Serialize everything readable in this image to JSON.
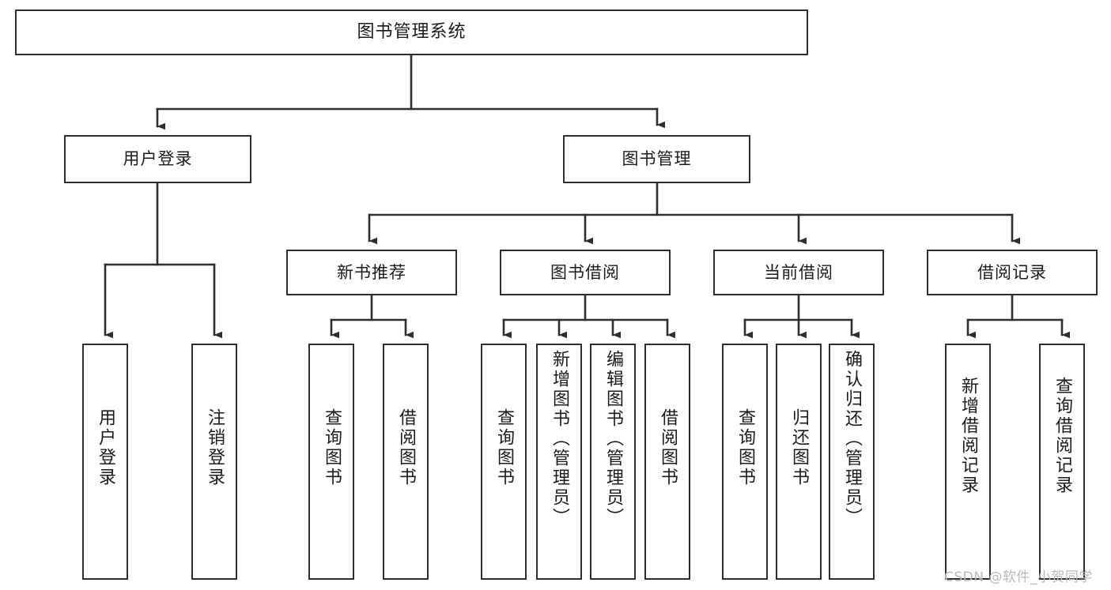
{
  "diagram": {
    "type": "tree-hierarchy",
    "title": "图书管理系统",
    "watermark": "CSDN @软件_小贺同学",
    "colors": {
      "stroke": "#2e2e2e",
      "fill": "#ffffff",
      "text": "#1b1b1b",
      "watermark": "#b9b9b9",
      "background": "#ffffff"
    },
    "nodes": {
      "root": {
        "label": "图书管理系统",
        "level": 1
      },
      "user_login": {
        "label": "用户登录",
        "level": 2
      },
      "book_manage": {
        "label": "图书管理",
        "level": 2
      },
      "new_book_rec": {
        "label": "新书推荐",
        "level": 3
      },
      "book_borrow": {
        "label": "图书借阅",
        "level": 3
      },
      "current_borrow": {
        "label": "当前借阅",
        "level": 3
      },
      "borrow_record": {
        "label": "借阅记录",
        "level": 3
      },
      "leaf_user_login": {
        "label": "用户登录",
        "level": 3
      },
      "leaf_logout": {
        "label": "注销登录",
        "level": 3
      },
      "leaf_query_book_1": {
        "label": "查询图书",
        "level": 4
      },
      "leaf_borrow_book_1": {
        "label": "借阅图书",
        "level": 4
      },
      "leaf_query_book_2": {
        "label": "查询图书",
        "level": 4
      },
      "leaf_add_book": {
        "label": "新增图书（管理员）",
        "level": 4
      },
      "leaf_edit_book": {
        "label": "编辑图书（管理员）",
        "level": 4
      },
      "leaf_borrow_book_2": {
        "label": "借阅图书",
        "level": 4
      },
      "leaf_query_book_3": {
        "label": "查询图书",
        "level": 4
      },
      "leaf_return_book": {
        "label": "归还图书",
        "level": 4
      },
      "leaf_confirm_return": {
        "label": "确认归还（管理员）",
        "level": 4
      },
      "leaf_add_record": {
        "label": "新增借阅记录",
        "level": 4
      },
      "leaf_query_record": {
        "label": "查询借阅记录",
        "level": 4
      }
    },
    "edges": [
      {
        "from": "root",
        "to": "user_login"
      },
      {
        "from": "root",
        "to": "book_manage"
      },
      {
        "from": "user_login",
        "to": "leaf_user_login"
      },
      {
        "from": "user_login",
        "to": "leaf_logout"
      },
      {
        "from": "book_manage",
        "to": "new_book_rec"
      },
      {
        "from": "book_manage",
        "to": "book_borrow"
      },
      {
        "from": "book_manage",
        "to": "current_borrow"
      },
      {
        "from": "book_manage",
        "to": "borrow_record"
      },
      {
        "from": "new_book_rec",
        "to": "leaf_query_book_1"
      },
      {
        "from": "new_book_rec",
        "to": "leaf_borrow_book_1"
      },
      {
        "from": "book_borrow",
        "to": "leaf_query_book_2"
      },
      {
        "from": "book_borrow",
        "to": "leaf_add_book"
      },
      {
        "from": "book_borrow",
        "to": "leaf_edit_book"
      },
      {
        "from": "book_borrow",
        "to": "leaf_borrow_book_2"
      },
      {
        "from": "current_borrow",
        "to": "leaf_query_book_3"
      },
      {
        "from": "current_borrow",
        "to": "leaf_return_book"
      },
      {
        "from": "current_borrow",
        "to": "leaf_confirm_return"
      },
      {
        "from": "borrow_record",
        "to": "leaf_add_record"
      },
      {
        "from": "borrow_record",
        "to": "leaf_query_record"
      }
    ]
  }
}
